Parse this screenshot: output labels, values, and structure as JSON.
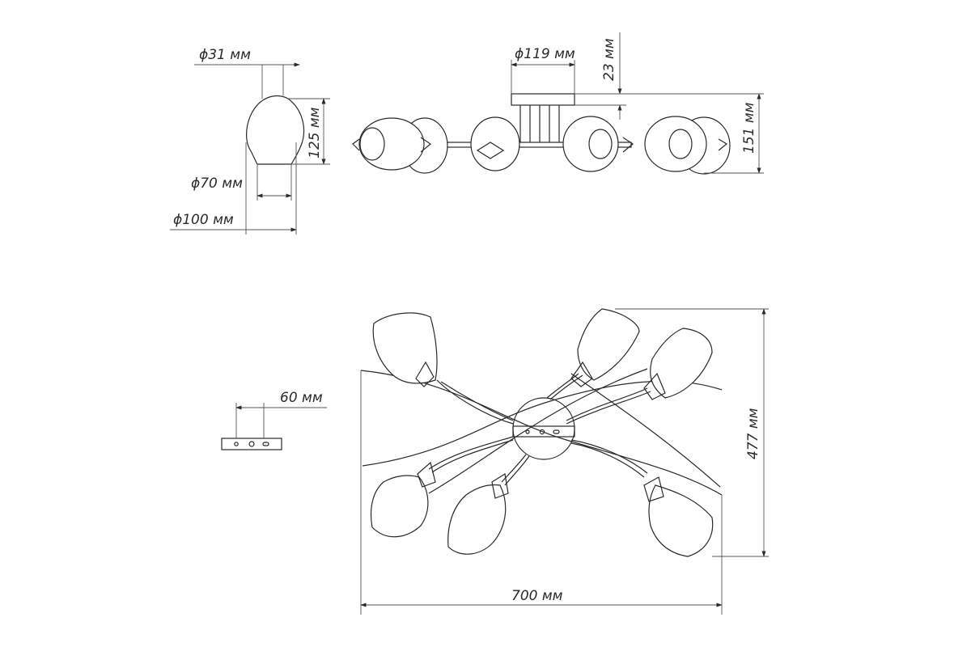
{
  "dimensions": {
    "shade_neck_dia": "ϕ31 мм",
    "shade_height": "125 мм",
    "shade_opening_dia": "ϕ70 мм",
    "shade_max_dia": "ϕ100 мм",
    "canopy_dia": "ϕ119 мм",
    "canopy_height": "23 мм",
    "total_height": "151 мм",
    "canopy_depth": "60 мм",
    "total_width": "700 мм",
    "total_depth": "477 мм"
  },
  "colors": {
    "line": "#2a2a2a",
    "background": "#ffffff"
  }
}
